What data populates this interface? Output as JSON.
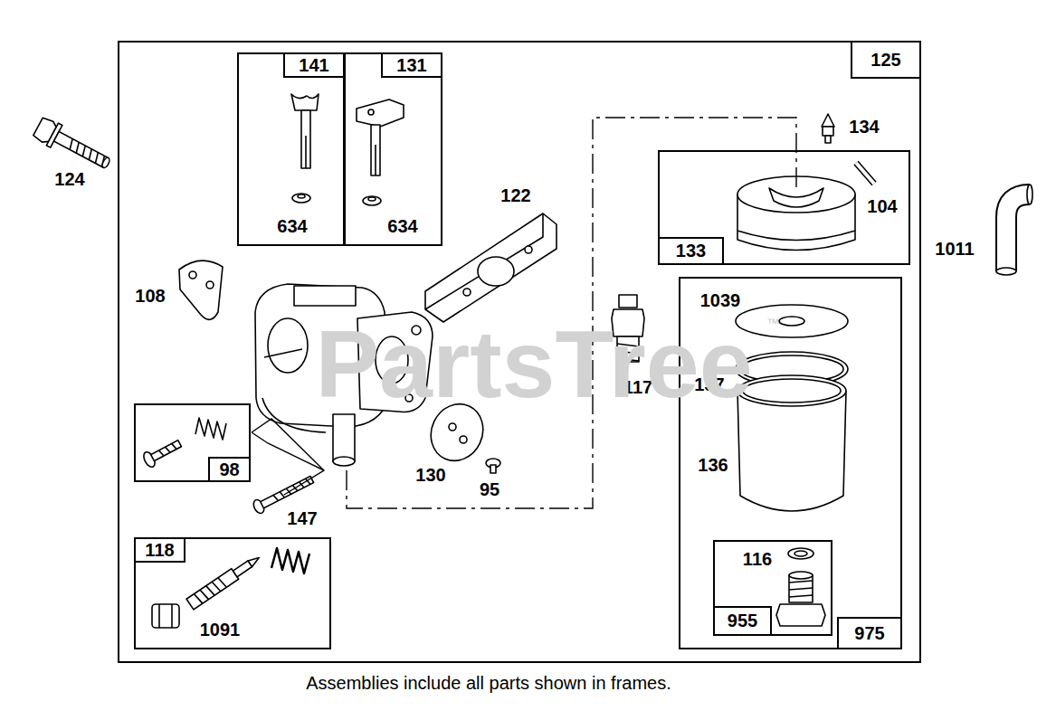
{
  "diagram": {
    "caption": "Assemblies include all parts shown in frames.",
    "nodes": [
      {
        "text": [
          "125"
        ]
      },
      {
        "text": [
          "141",
          "634"
        ],
        "in": 0
      },
      {
        "text": [
          "131",
          "634"
        ],
        "in": 0
      },
      {
        "text": [
          "133",
          "104"
        ],
        "in": 0
      },
      {
        "text": [
          "975",
          "1039",
          "137",
          "136"
        ],
        "in": 0
      },
      {
        "text": [
          "955",
          "116"
        ],
        "in": 4
      },
      {
        "text": [
          "98"
        ],
        "in": 0
      },
      {
        "text": [
          "118",
          "1091"
        ],
        "in": 0
      }
    ],
    "labels": [
      "124",
      "108",
      "122",
      "134",
      "117",
      "130",
      "95",
      "147",
      "1011",
      "PartsTree",
      "™"
    ]
  }
}
